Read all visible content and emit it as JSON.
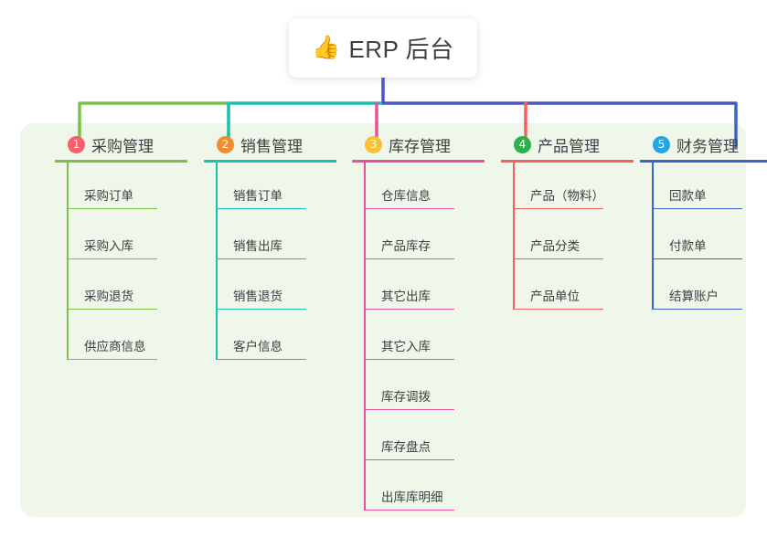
{
  "root": {
    "emoji": "👍",
    "emoji_name": "thumbs-up-icon",
    "title": "ERP 后台"
  },
  "theme": {
    "panel_bg": "#eef7e9",
    "page_bg": "#ffffff",
    "text": "#3c4043",
    "trunk_line": "#4a55c0"
  },
  "columns": [
    {
      "index": "1",
      "badge_color": "#f4606c",
      "line_color": "#7cc04a",
      "title": "采购管理",
      "items": [
        "采购订单",
        "采购入库",
        "采购退货",
        "供应商信息"
      ]
    },
    {
      "index": "2",
      "badge_color": "#f48c2e",
      "line_color": "#19c0ad",
      "title": "销售管理",
      "items": [
        "销售订单",
        "销售出库",
        "销售退货",
        "客户信息"
      ]
    },
    {
      "index": "3",
      "badge_color": "#f9c22e",
      "line_color": "#e8509c",
      "title": "库存管理",
      "items": [
        "仓库信息",
        "产品库存",
        "其它出库",
        "其它入库",
        "库存调拨",
        "库存盘点",
        "出库库明细"
      ]
    },
    {
      "index": "4",
      "badge_color": "#2bb34a",
      "line_color": "#f4605e",
      "title": "产品管理",
      "items": [
        "产品（物料）",
        "产品分类",
        "产品单位"
      ]
    },
    {
      "index": "5",
      "badge_color": "#27a5e0",
      "line_color": "#3c63c8",
      "title": "财务管理",
      "items": [
        "回款单",
        "付款单",
        "结算账户"
      ]
    }
  ]
}
